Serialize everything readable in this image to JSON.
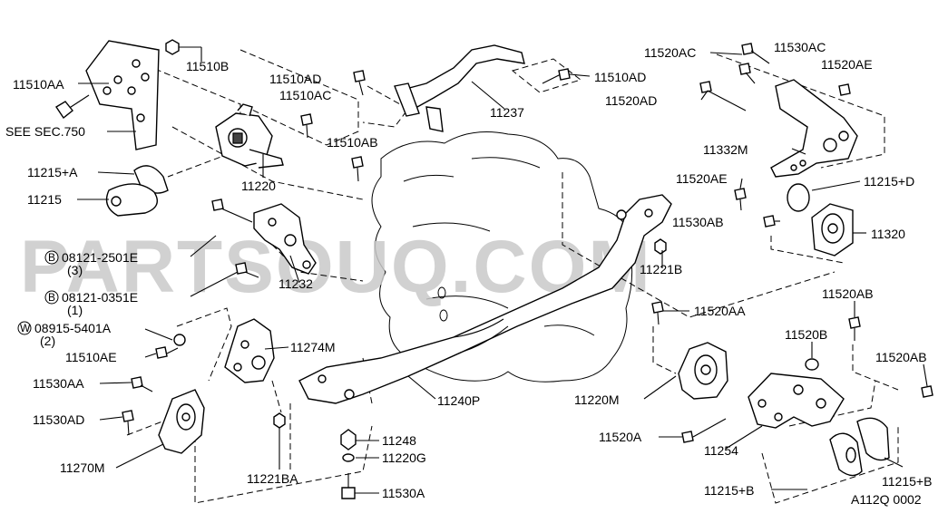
{
  "watermark": "PARTSOUQ.COM",
  "diagram_code": "A112Q 0002",
  "labels": {
    "l_11510AA": "11510AA",
    "l_11510B": "11510B",
    "l_see_sec": "SEE SEC.750",
    "l_11215A": "11215+A",
    "l_11215": "11215",
    "l_11220": "11220",
    "l_11510AD_top": "11510AD",
    "l_11510AC": "11510AC",
    "l_11510AB": "11510AB",
    "l_11510AD_right": "11510AD",
    "l_11237": "11237",
    "l_11520AC": "11520AC",
    "l_11530AC": "11530AC",
    "l_11520AE_top": "11520AE",
    "l_11520AD": "11520AD",
    "l_11332M": "11332M",
    "l_11215D": "11215+D",
    "l_11520AE_mid": "11520AE",
    "l_11530AB": "11530AB",
    "l_11320": "11320",
    "l_11221B": "11221B",
    "l_08121_2501E": "08121-2501E",
    "l_qty3": "(3)",
    "l_08121_0351E": "08121-0351E",
    "l_qty1": "(1)",
    "l_11232": "11232",
    "l_08915_5401A": "08915-5401A",
    "l_qty2": "(2)",
    "l_11510AE": "11510AE",
    "l_11274M": "11274M",
    "l_11530AA": "11530AA",
    "l_11530AD": "11530AD",
    "l_11270M": "11270M",
    "l_11221BA": "11221BA",
    "l_11248": "11248",
    "l_11220G": "11220G",
    "l_11530A": "11530A",
    "l_11240P": "11240P",
    "l_11520AA": "11520AA",
    "l_11220M": "11220M",
    "l_11520AB_top": "11520AB",
    "l_11520B": "11520B",
    "l_11520AB_right": "11520AB",
    "l_11520A": "11520A",
    "l_11254": "11254",
    "l_11215B_left": "11215+B",
    "l_11215B_right": "11215+B",
    "prefix_B1": "B",
    "prefix_B2": "B",
    "prefix_W": "W"
  }
}
